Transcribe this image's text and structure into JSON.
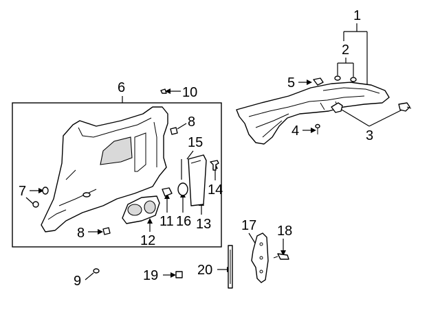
{
  "callouts": [
    {
      "id": "1",
      "text": "1"
    },
    {
      "id": "2",
      "text": "2"
    },
    {
      "id": "3",
      "text": "3"
    },
    {
      "id": "4",
      "text": "4"
    },
    {
      "id": "5",
      "text": "5"
    },
    {
      "id": "6",
      "text": "6"
    },
    {
      "id": "7",
      "text": "7"
    },
    {
      "id": "8a",
      "text": "8"
    },
    {
      "id": "8b",
      "text": "8"
    },
    {
      "id": "9",
      "text": "9"
    },
    {
      "id": "10",
      "text": "10"
    },
    {
      "id": "11",
      "text": "11"
    },
    {
      "id": "12",
      "text": "12"
    },
    {
      "id": "13",
      "text": "13"
    },
    {
      "id": "14",
      "text": "14"
    },
    {
      "id": "15",
      "text": "15"
    },
    {
      "id": "16",
      "text": "16"
    },
    {
      "id": "17",
      "text": "17"
    },
    {
      "id": "18",
      "text": "18"
    },
    {
      "id": "19",
      "text": "19"
    },
    {
      "id": "20",
      "text": "20"
    }
  ],
  "colors": {
    "line": "#000000",
    "background": "#ffffff",
    "shade": "#d9d9d9"
  }
}
